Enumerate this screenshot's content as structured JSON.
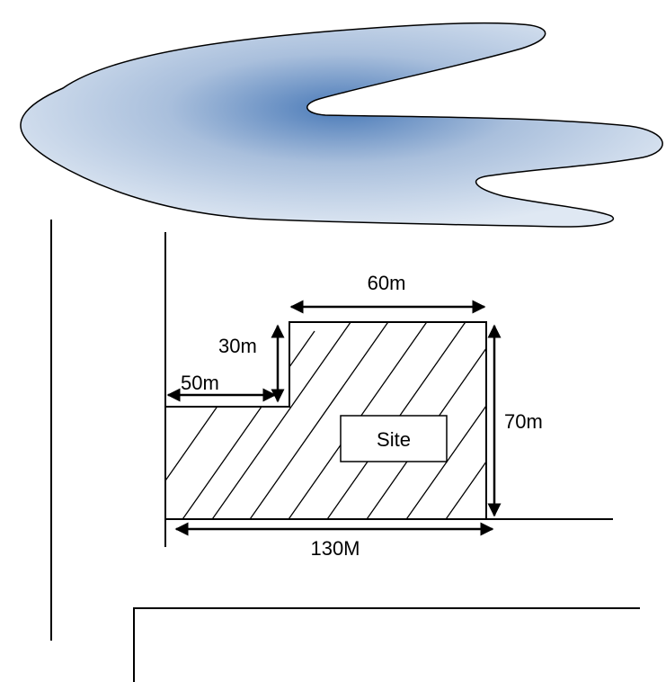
{
  "labels": {
    "top_width": "60m",
    "step_height": "30m",
    "step_width": "50m",
    "right_height": "70m",
    "bottom_width": "130M",
    "site": "Site"
  },
  "colors": {
    "water_center": "#4a7ab8",
    "water_edge": "#dfe8f3",
    "ink": "#000000"
  }
}
